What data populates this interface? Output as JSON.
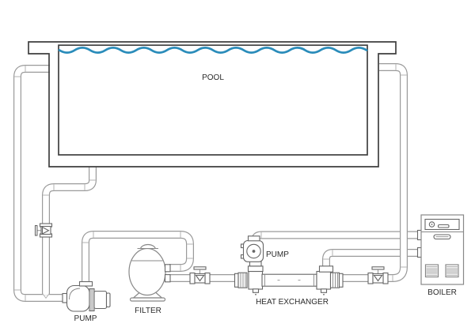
{
  "labels": {
    "pool": "POOL",
    "main_pump": "PUMP",
    "filter": "FILTER",
    "circulation_pump": "PUMP",
    "heat_exchanger": "HEAT EXCHANGER",
    "boiler": "BOILER"
  },
  "colors": {
    "water": "#2a8cba",
    "pipe": "#9a9a9a",
    "equipment": "#666666",
    "pool_outline": "#3f3f3f",
    "text": "#2b2b2b",
    "background": "#ffffff"
  }
}
